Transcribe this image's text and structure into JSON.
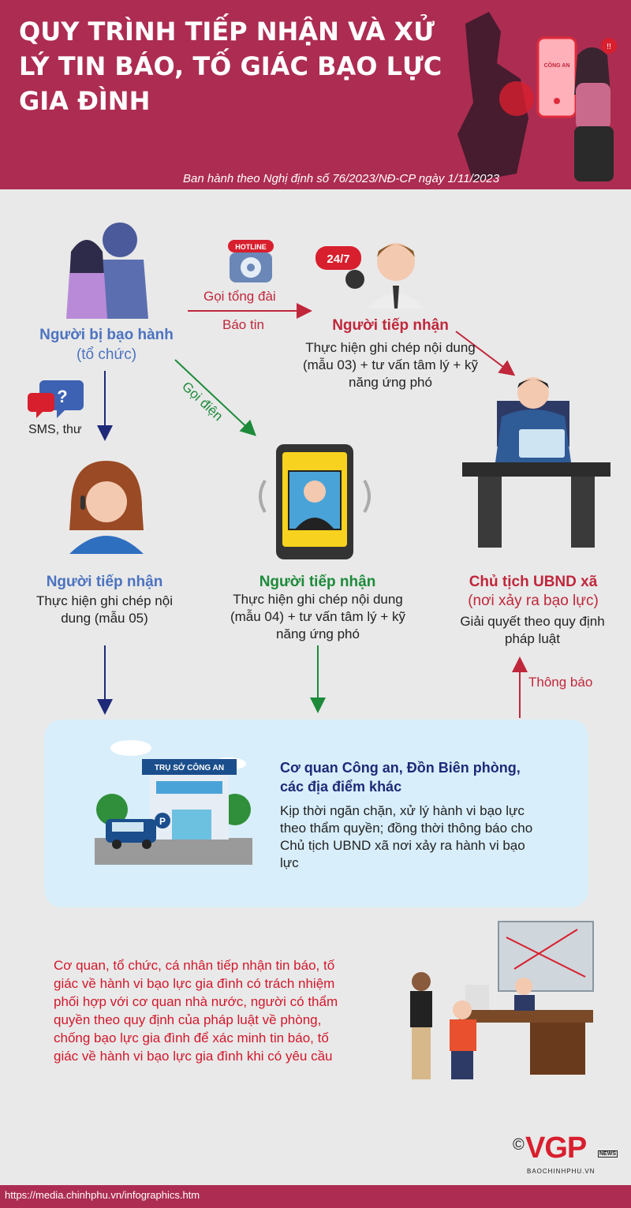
{
  "header": {
    "title": "QUY TRÌNH TIẾP NHẬN VÀ XỬ LÝ TIN BÁO, TỐ GIÁC BẠO LỰC GIA ĐÌNH",
    "subtitle": "Ban hành theo Nghị định số 76/2023/NĐ-CP ngày 1/11/2023",
    "phone_label": "CÔNG AN"
  },
  "victim": {
    "label": "Người bị bạo hành",
    "sub": "(tổ chức)"
  },
  "hotline": {
    "badge": "HOTLINE",
    "arrow_label_1": "Gọi tổng đài",
    "arrow_label_2": "Báo tin",
    "badge_247": "24/7",
    "receiver_label": "Người tiếp nhận",
    "receiver_desc": "Thực hiện ghi chép nội dung (mẫu 03) + tư vấn tâm lý + kỹ năng ứng phó"
  },
  "sms": {
    "label": "SMS, thư",
    "receiver_label": "Người tiếp nhận",
    "receiver_desc": "Thực hiện ghi chép nội dung (mẫu 05)"
  },
  "call": {
    "arrow_label": "Gọi điện",
    "receiver_label": "Người tiếp nhận",
    "receiver_desc": "Thực hiện ghi chép nội dung (mẫu 04) + tư vấn tâm lý + kỹ năng ứng phó"
  },
  "chairman": {
    "label_1": "Chủ tịch UBND xã",
    "label_2": "(nơi xảy ra bạo lực)",
    "desc": "Giải quyết theo quy định pháp luật",
    "notify_label": "Thông báo"
  },
  "police": {
    "sign": "TRỤ SỞ CÔNG AN",
    "title": "Cơ quan Công an, Đồn Biên phòng, các địa điểm khác",
    "desc": "Kịp thời ngăn chặn, xử lý hành vi bạo lực theo thẩm quyền; đồng thời thông báo cho Chủ tịch UBND xã nơi xảy ra hành vi bạo lực",
    "parking": "P"
  },
  "note": "Cơ quan, tổ chức, cá nhân tiếp nhận tin báo, tố giác về hành vi bạo lực gia đình có trách nhiệm phối hợp với cơ quan nhà nước, người có thẩm quyền theo quy định của pháp luật về phòng, chống bạo lực gia đình để xác minh tin báo, tố giác về hành vi bạo lực gia đình khi có yêu cầu",
  "logo": {
    "copyright": "©",
    "brand": "VGP",
    "side": "NEWS",
    "site": "BAOCHINHPHU.VN"
  },
  "footer": {
    "url": "https://media.chinhphu.vn/infographics.htm"
  },
  "colors": {
    "header": "#ad2c52",
    "background": "#e9e9e9",
    "blue": "#4c73c0",
    "red": "#c0273b",
    "green": "#1d8a3a",
    "navy": "#1e2a78",
    "box": "#d8eefa"
  }
}
